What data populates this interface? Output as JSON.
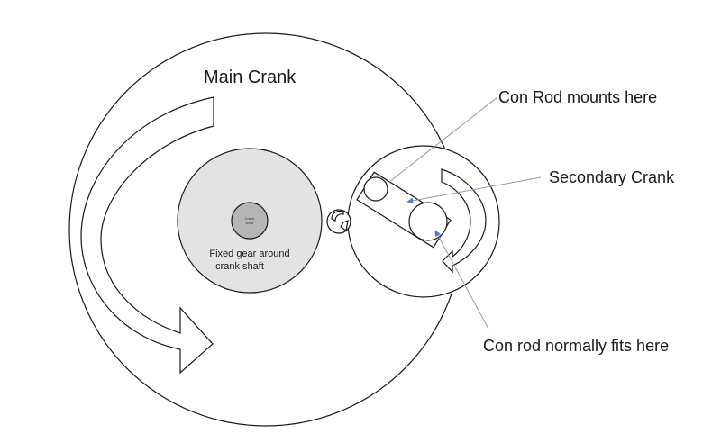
{
  "labels": {
    "main_crank": "Main Crank",
    "con_rod_mounts": "Con Rod mounts here",
    "secondary_crank": "Secondary Crank",
    "con_rod_normally": "Con rod normally fits here",
    "fixed_gear_line1": "Fixed gear around",
    "fixed_gear_line2": "crank shaft",
    "crank_shaft_line1": "Crank",
    "crank_shaft_line2": "shaft"
  },
  "colors": {
    "stroke": "#1a1a1a",
    "gear_fill": "#e3e3e3",
    "shaft_fill": "#b5b5b5",
    "leader": "#8a9bb0",
    "pointer": "#4f7fbf"
  }
}
